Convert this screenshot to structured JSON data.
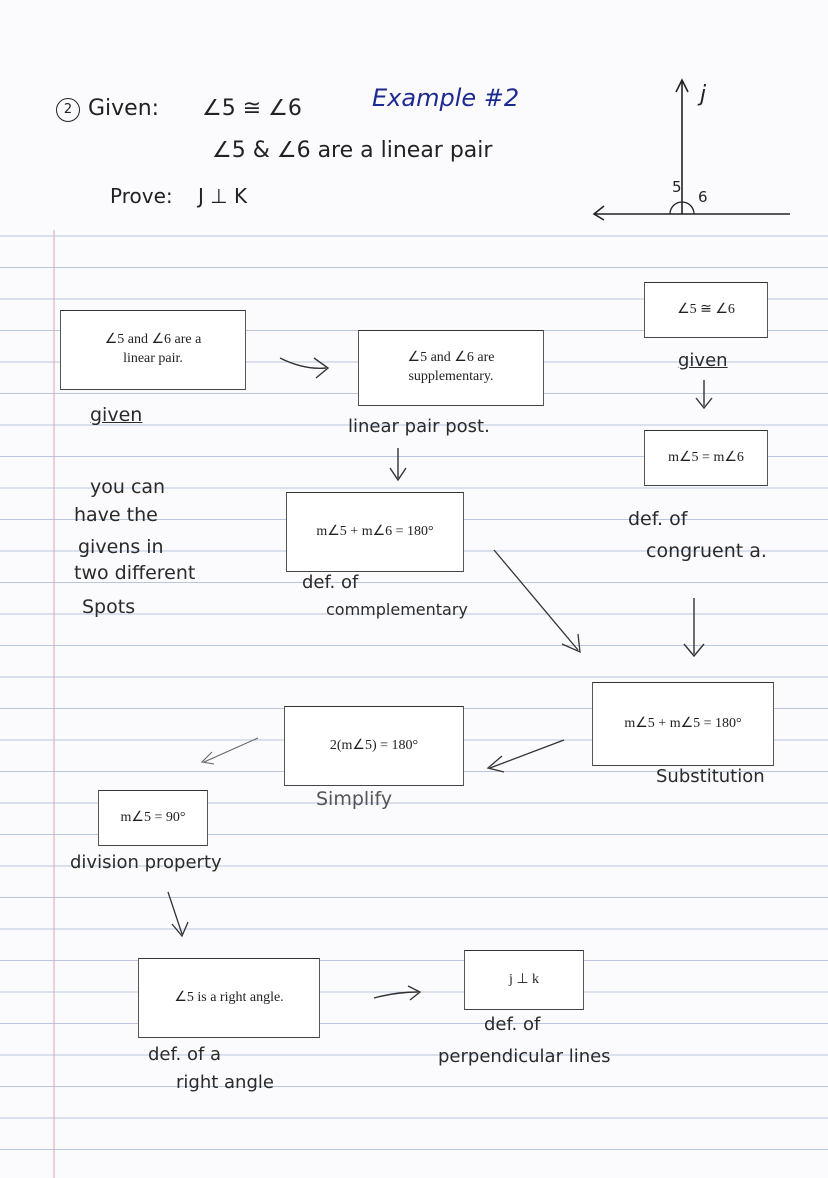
{
  "header": {
    "number": "2",
    "given_label": "Given:",
    "given_1": "∠5 ≅ ∠6",
    "example": "Example #2",
    "given_2": "∠5 & ∠6 are a linear pair",
    "prove_label": "Prove:",
    "prove_statement": "J ⊥ K"
  },
  "diagram": {
    "label_j": "j",
    "label_5": "5",
    "label_6": "6"
  },
  "boxes": {
    "linear_pair": "∠5 and ∠6 are a\nlinear pair.",
    "supplementary": "∠5 and ∠6 are\nsupplementary.",
    "congruent": "∠5 ≅ ∠6",
    "sum_180": "m∠5 + m∠6 = 180°",
    "equal_measures": "m∠5 = m∠6",
    "double": "m∠5 + m∠5 = 180°",
    "two_m5": "2(m∠5) = 180°",
    "m5_90": "m∠5 = 90°",
    "right_angle": "∠5 is a right angle.",
    "perpendicular": "j ⊥ k"
  },
  "reasons": {
    "given_left": "given",
    "note_1": "you   can",
    "note_2": "have  the",
    "note_3": "givens  in",
    "note_4": "two different",
    "note_5": "Spots",
    "linear_pair_post": "linear  pair  post.",
    "given_right": "given",
    "def_complementary_1": "def.  of",
    "def_complementary_2": "commplementary",
    "def_congruent_1": "def.  of",
    "def_congruent_2": "congruent  a.",
    "substitution": "Substitution",
    "simplify": "Simplify",
    "division_property": "division  property",
    "def_right_angle_1": "def.  of  a",
    "def_right_angle_2": "right  angle",
    "def_perpendicular_1": "def.  of",
    "def_perpendicular_2": "perpendicular  lines"
  },
  "colors": {
    "rule_line": "#b9c6dd",
    "margin_line": "#d9a9b8",
    "ink": "#222222",
    "blue_ink": "#1d2a8f",
    "pink_ink": "#b0187a"
  }
}
